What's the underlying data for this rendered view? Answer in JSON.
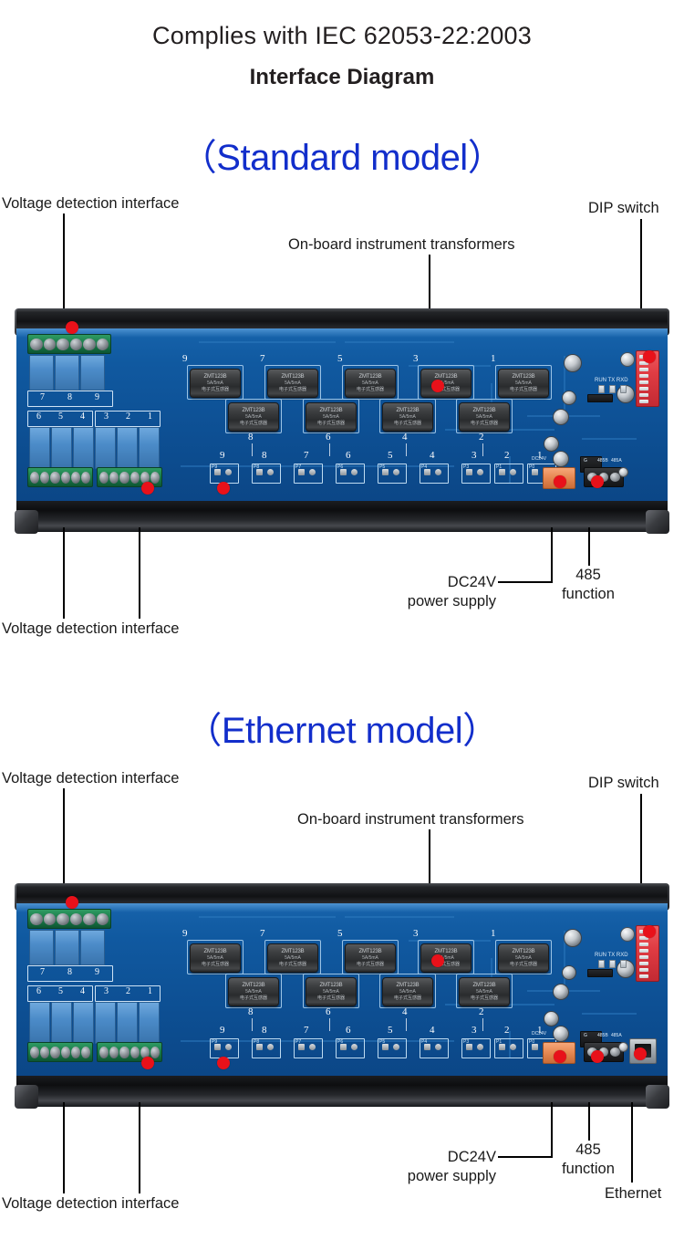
{
  "header": {
    "standard_line": "Complies with IEC 62053-22:2003",
    "diagram_title": "Interface Diagram"
  },
  "sections": [
    {
      "id": "standard",
      "title": "（Standard model）",
      "title_color": "#122ecb",
      "callouts": {
        "top_left": "Voltage detection interface",
        "top_center": "On-board instrument transformers",
        "top_right": "DIP switch",
        "bottom_left": "Voltage detection interface",
        "dc24v_line1": "DC24V",
        "dc24v_line2": "power supply",
        "rs485_line1": "485",
        "rs485_line2": "function"
      }
    },
    {
      "id": "ethernet",
      "title": "（Ethernet model）",
      "title_color": "#122ecb",
      "callouts": {
        "top_left": "Voltage detection interface",
        "top_center": "On-board instrument transformers",
        "top_right": "DIP switch",
        "bottom_left": "Voltage detection interface",
        "dc24v_line1": "DC24V",
        "dc24v_line2": "power supply",
        "rs485_line1": "485",
        "rs485_line2": "function",
        "ethernet": "Ethernet"
      }
    }
  ],
  "board": {
    "transformer": {
      "part": "ZMT123B",
      "rating": "5A/5mA",
      "cn": "电子式互感器"
    },
    "transformer_numbers_top": [
      "9",
      "7",
      "5",
      "3",
      "1"
    ],
    "transformer_numbers_bottom": [
      "8",
      "6",
      "4",
      "2"
    ],
    "testpoint_numbers": [
      "9",
      "8",
      "7",
      "6",
      "5",
      "4",
      "3",
      "2",
      "1"
    ],
    "testpoint_refs": [
      "P9",
      "P8",
      "P7",
      "P6",
      "P5",
      "P4",
      "P3",
      "P1",
      "P0"
    ],
    "terminal_numbers_upper": [
      "7",
      "8",
      "9"
    ],
    "terminal_numbers_lower": [
      "6",
      "5",
      "4",
      "3",
      "2",
      "1"
    ],
    "led_labels": "RUN  TX  RXD",
    "conn485_labels": [
      "G",
      "485B",
      "485A"
    ],
    "dip_positions": [
      "1",
      "2",
      "3",
      "4",
      "5",
      "6",
      "7",
      "8"
    ],
    "pcb_color": "#0d4f93",
    "marker_color": "#e8111a"
  }
}
